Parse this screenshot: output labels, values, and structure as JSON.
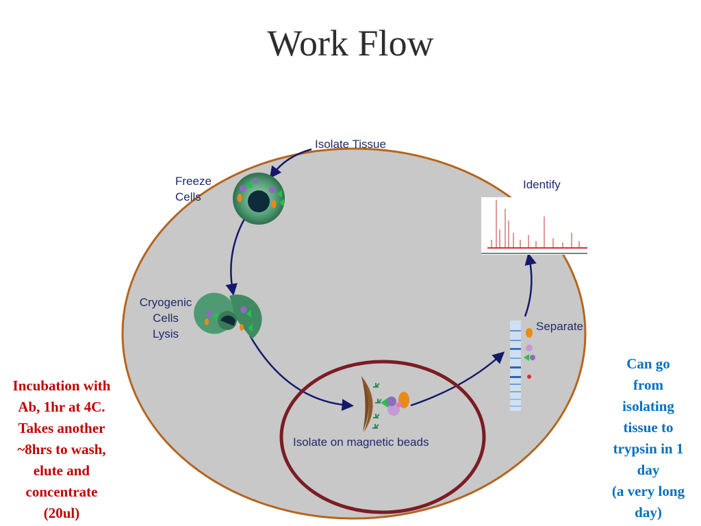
{
  "title": "Work Flow",
  "labels": {
    "isolate_tissue": "Isolate Tissue",
    "freeze_cells": [
      "Freeze",
      "Cells"
    ],
    "cryo_lysis": [
      "Cryogenic",
      "Cells",
      "Lysis"
    ],
    "isolate_beads": "Isolate on magnetic beads",
    "separate": "Separate",
    "identify": "Identify"
  },
  "notes": {
    "left": [
      "Incubation with",
      "Ab, 1hr at 4C.",
      "Takes another",
      "~8hrs to wash,",
      "elute and",
      "concentrate",
      "(20ul)"
    ],
    "right": [
      "Can go",
      "from",
      "isolating",
      "tissue to",
      "trypsin in 1",
      "day",
      "(a very long",
      "day)"
    ]
  },
  "colors": {
    "ellipse_fill": "#c8c8c8",
    "ellipse_stroke": "#b5651d",
    "highlight_circle": "#7b1c24",
    "arrow": "#14196b",
    "left_note": "#c00000",
    "right_note": "#0070c0"
  }
}
